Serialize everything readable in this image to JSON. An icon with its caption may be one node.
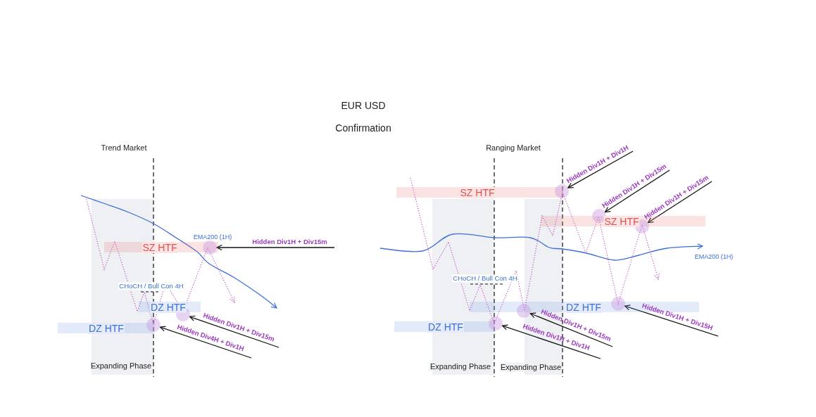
{
  "diagram": {
    "title": "EUR USD",
    "nodes": [
      {
        "text": [
          "SZ HTF"
        ]
      },
      {
        "text": [
          "DZ HTF"
        ]
      },
      {
        "text": [
          "DZ HTF"
        ]
      },
      {
        "text": [
          "Expanding Phase"
        ]
      },
      {
        "text": [],
        "shape": "circle"
      },
      {
        "text": [],
        "shape": "circle"
      },
      {
        "text": [],
        "shape": "circle"
      },
      {
        "text": [
          "SZ HTF"
        ]
      },
      {
        "text": [
          "SZ HTF"
        ]
      },
      {
        "text": [
          "DZ HTF"
        ]
      },
      {
        "text": [
          "DZ HTF"
        ]
      },
      {
        "text": [
          "Expanding Phase"
        ]
      },
      {
        "text": [
          "Expanding Phase"
        ]
      },
      {
        "text": [],
        "shape": "circle"
      },
      {
        "text": [],
        "shape": "circle"
      },
      {
        "text": [],
        "shape": "circle"
      },
      {
        "text": [],
        "shape": "circle"
      },
      {
        "text": [],
        "shape": "circle"
      },
      {
        "text": [],
        "shape": "circle"
      }
    ],
    "edges": [
      {
        "from": null,
        "to": 4,
        "arrow": "to",
        "label": "Hidden Div1H + Div15m"
      },
      {
        "from": null,
        "to": 5,
        "arrow": "to",
        "label": "Hidden Div1H + Div15m"
      },
      {
        "from": null,
        "to": 6,
        "arrow": "to",
        "label": "Hidden Div4H + Div1H"
      },
      {
        "from": null,
        "to": 13,
        "arrow": "to",
        "label": "Hidden Div1H + Div1H"
      },
      {
        "from": null,
        "to": 14,
        "arrow": "to",
        "label": "Hidden Div1H + Div15m"
      },
      {
        "from": null,
        "to": 15,
        "arrow": "to",
        "label": "Hidden Div1H + Div15m"
      },
      {
        "from": null,
        "to": 16,
        "arrow": "to",
        "label": "Hidden Div1H + Div15H"
      },
      {
        "from": null,
        "to": 17,
        "arrow": "to",
        "label": "Hidden Div1H + Div15m"
      },
      {
        "from": null,
        "to": 18,
        "arrow": "to",
        "label": "Hidden Div1H + Div1H"
      }
    ],
    "labels": [
      "Confirmation",
      "Trend Market",
      "Ranging Market",
      "EMA200 (1H)",
      "CHoCH / Bull Con 4H",
      "CHoCH / Bull Con 4H",
      "EMA200 (1H)"
    ]
  }
}
